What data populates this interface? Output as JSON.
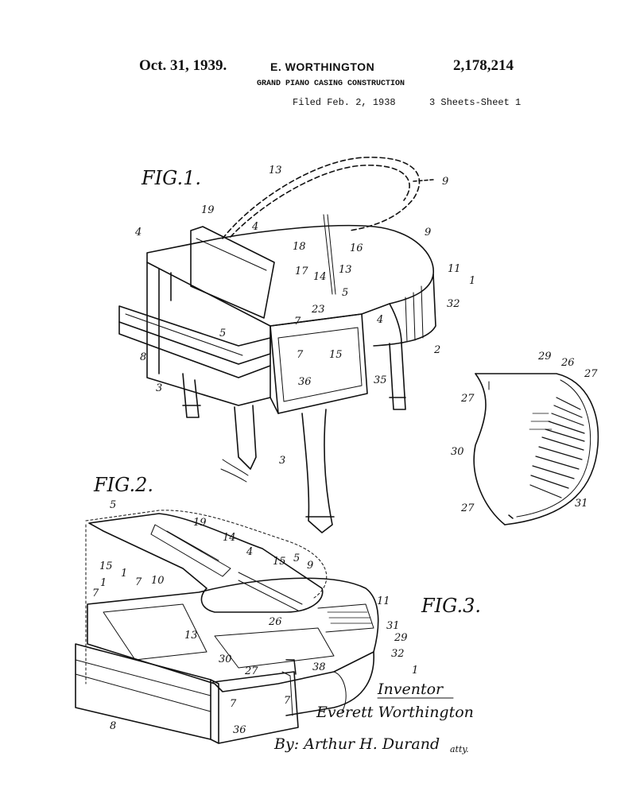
{
  "header": {
    "date": "Oct. 31, 1939.",
    "inventor": "E. WORTHINGTON",
    "patent_number": "2,178,214",
    "title": "GRAND PIANO CASING CONSTRUCTION",
    "filed": "Filed Feb. 2, 1938",
    "sheets": "3 Sheets-Sheet 1"
  },
  "figures": {
    "fig1": "FIG.1.",
    "fig2": "FIG.2.",
    "fig3": "FIG.3."
  },
  "reference_numerals": {
    "fig1": [
      "13",
      "9",
      "19",
      "4",
      "4",
      "18",
      "16",
      "9",
      "11",
      "1",
      "17",
      "14",
      "13",
      "5",
      "23",
      "32",
      "5",
      "7",
      "7",
      "4",
      "2",
      "8",
      "15",
      "3",
      "36",
      "35",
      "3"
    ],
    "fig2": [
      "5",
      "19",
      "14",
      "15",
      "4",
      "5",
      "9",
      "15",
      "1",
      "1",
      "7",
      "10",
      "7",
      "11",
      "26",
      "31",
      "29",
      "13",
      "32",
      "30",
      "27",
      "38",
      "1",
      "7",
      "7",
      "8",
      "36"
    ],
    "fig3": [
      "29",
      "26",
      "27",
      "27",
      "30",
      "27",
      "31"
    ]
  },
  "signature": {
    "label": "Inventor",
    "inventor_name": "Everett Worthington",
    "by": "By: Arthur H. Durand",
    "atty": "atty."
  }
}
